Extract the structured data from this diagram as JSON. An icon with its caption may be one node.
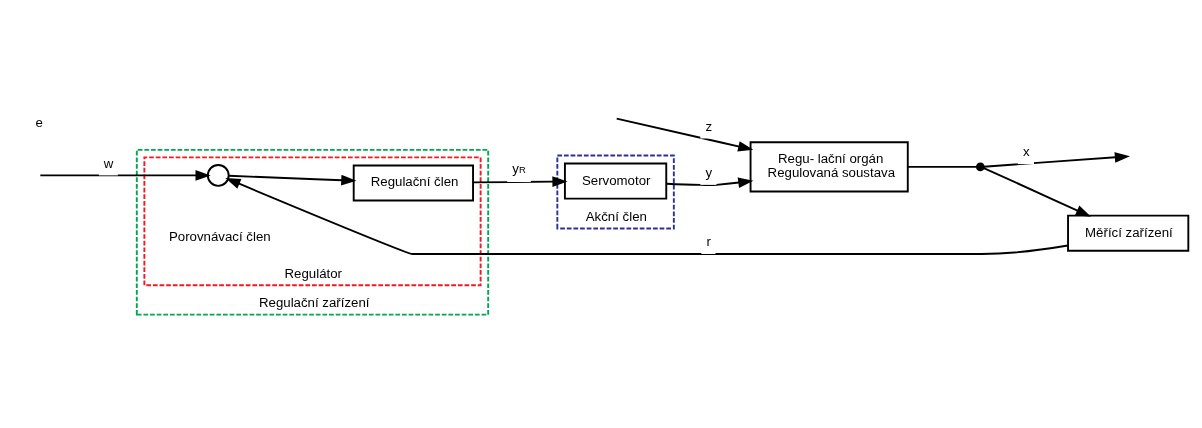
{
  "diagram": {
    "nodes": [
      {
        "text": [
          "Regulační zařízení"
        ]
      },
      {
        "text": [
          "Regulátor"
        ],
        "in": 0
      },
      {
        "text": [],
        "shape": "circle",
        "in": 1
      },
      {
        "text": [
          "Regulační člen"
        ],
        "in": 1
      },
      {
        "text": [
          "Akční člen"
        ]
      },
      {
        "text": [
          "Servomotor"
        ],
        "in": 4
      },
      {
        "text": [
          "Regu- lační orgán",
          "Regulovaná soustava"
        ]
      },
      {
        "text": [],
        "shape": "dot"
      },
      {
        "text": [
          "Měřící zařízení"
        ]
      }
    ],
    "edges": [
      {
        "from": null,
        "to": 2,
        "arrow": "to",
        "label": "w"
      },
      {
        "from": 2,
        "to": 3,
        "arrow": "to"
      },
      {
        "from": 3,
        "to": 5,
        "arrow": "to",
        "label": "y$_{R}$"
      },
      {
        "from": 5,
        "to": 6,
        "arrow": "to",
        "label": "y"
      },
      {
        "from": null,
        "to": 6,
        "arrow": "to",
        "label": "z"
      },
      {
        "from": 6,
        "to": 7,
        "arrow": "none"
      },
      {
        "from": 7,
        "to": null,
        "arrow": "to",
        "label": "x"
      },
      {
        "from": 7,
        "to": 8,
        "arrow": "to"
      },
      {
        "from": 8,
        "to": 2,
        "arrow": "to",
        "label": "r"
      }
    ],
    "labels": [
      "Porovnávací člen",
      "e"
    ]
  }
}
